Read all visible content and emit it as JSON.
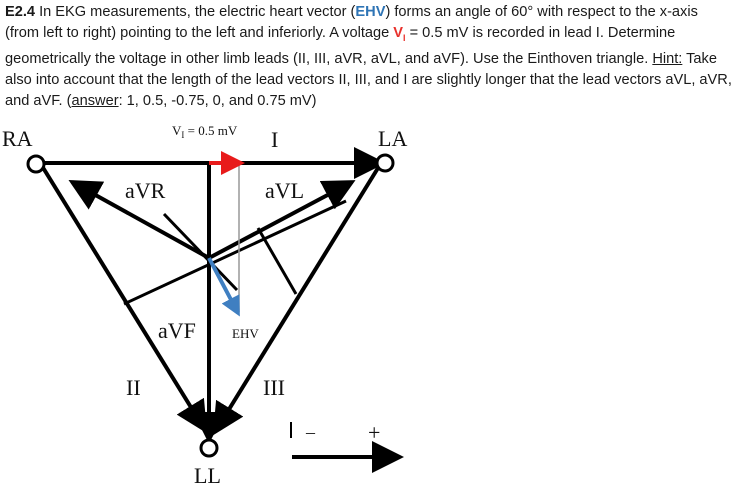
{
  "problem": {
    "id": "E2.4",
    "t1": " In EKG measurements, the electric heart vector (",
    "ehv": "EHV",
    "t2": ") forms an angle of 60° with respect to the x-axis (from left to right) pointing to the left and inferiorly. A voltage ",
    "vi": "V",
    "vi_sub": "I",
    "t3": " = 0.5 mV is recorded in lead I. Determine geometrically the voltage in other limb leads (II, III, aVR, aVL, and aVF). Use the Einthoven triangle. ",
    "hint": "Hint:",
    "t4": " Take also into account that the length of the lead vectors II, III, and I are slightly longer that the lead vectors aVL, aVR, and aVF. (",
    "answer": "answer",
    "t5": ": 1, 0.5, -0.75, 0, and 0.75 mV)"
  },
  "diagram": {
    "ra": "RA",
    "la": "LA",
    "ll": "LL",
    "lead_i": "I",
    "vi_label": "V",
    "vi_sub": "I",
    "vi_value": " = 0.5 mV",
    "avr": "aVR",
    "avl": "aVL",
    "avf": "aVF",
    "ehv": "EHV",
    "lead_ii": "II",
    "lead_iii": "III",
    "minus": "–",
    "plus": "+",
    "colors": {
      "vi_arrow": "#e81b1b",
      "ehv_arrow": "#3f7fc1",
      "lines": "#000000"
    }
  }
}
